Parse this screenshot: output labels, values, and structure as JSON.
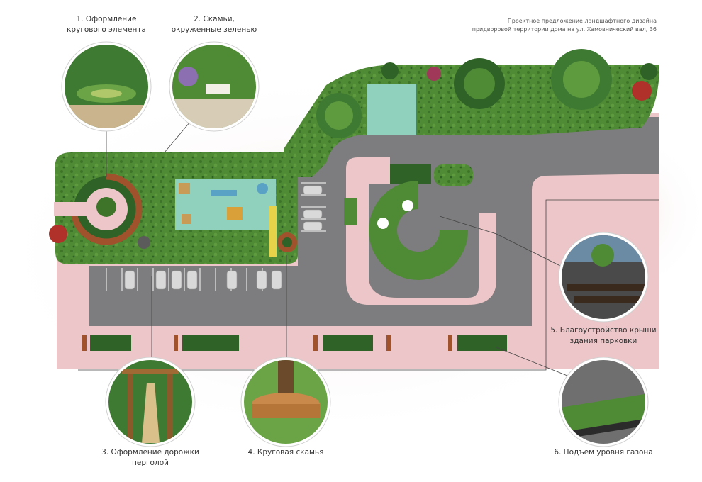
{
  "heading": {
    "line1": "Проектное предложение ландшафтного дизайна",
    "line2": "придворовой территории дома на ул. Хамовнический вал, 36"
  },
  "callouts": [
    {
      "id": 1,
      "line1": "1. Оформление",
      "line2": "кругового элемента",
      "icon": "circular-garden-photo"
    },
    {
      "id": 2,
      "line1": "2. Скамьи,",
      "line2": "окруженные зеленью",
      "icon": "garden-bench-photo"
    },
    {
      "id": 3,
      "line1": "3. Оформление дорожки",
      "line2": "перголой",
      "icon": "pergola-path-photo"
    },
    {
      "id": 4,
      "line1": "4. Круговая скамья",
      "line2": "",
      "icon": "circular-tree-bench-photo"
    },
    {
      "id": 5,
      "line1": "5. Благоустройство крыши",
      "line2": "здания парковки",
      "icon": "roof-terrace-photo"
    },
    {
      "id": 6,
      "line1": "6. Подъём уровня газона",
      "line2": "",
      "icon": "raised-lawn-photo"
    }
  ],
  "colors": {
    "paving": "#ecc6c8",
    "asphalt": "#7d7c7e",
    "lawn": "#4f8a35",
    "lawn_dark": "#2f6226",
    "playground": "#8fd1bc",
    "bench_wood": "#a0522d",
    "callout_ring": "#ffffff",
    "leader_line": "#444444"
  }
}
